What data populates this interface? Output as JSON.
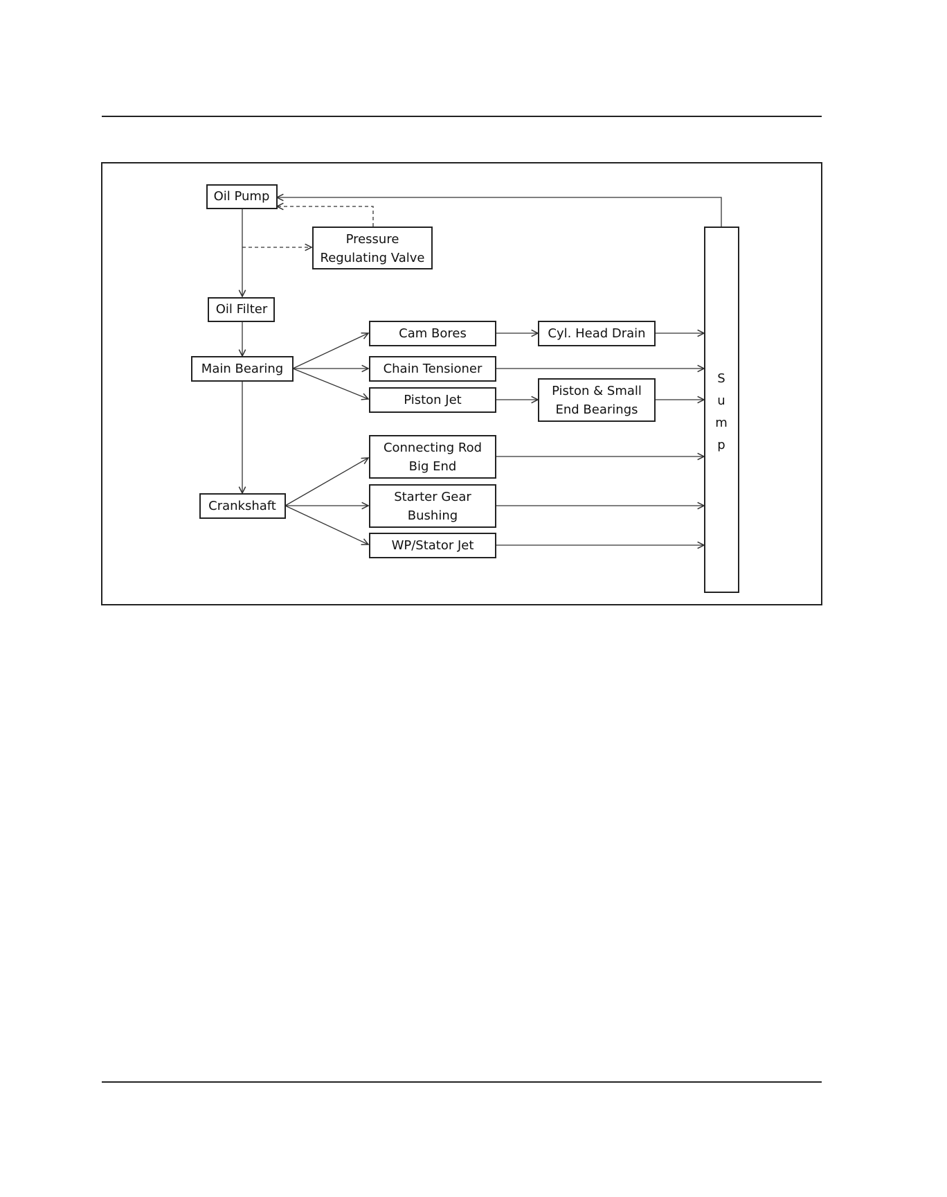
{
  "nodes": {
    "oil_pump": "Oil Pump",
    "pressure_valve_line1": "Pressure",
    "pressure_valve_line2": "Regulating Valve",
    "oil_filter": "Oil Filter",
    "main_bearing": "Main Bearing",
    "cam_bores": "Cam Bores",
    "cyl_head_drain": "Cyl. Head Drain",
    "chain_tensioner": "Chain Tensioner",
    "piston_jet": "Piston Jet",
    "piston_small_end_line1": "Piston & Small",
    "piston_small_end_line2": "End Bearings",
    "connecting_rod_line1": "Connecting Rod",
    "connecting_rod_line2": "Big End",
    "crankshaft": "Crankshaft",
    "starter_gear_line1": "Starter Gear",
    "starter_gear_line2": "Bushing",
    "wp_stator_jet": "WP/Stator Jet",
    "sump_letters": [
      "S",
      "u",
      "m",
      "p"
    ]
  },
  "edges": [
    {
      "from": "oil_pump",
      "to": "oil_filter",
      "style": "solid"
    },
    {
      "from": "oil_pump",
      "to": "pressure_regulating_valve",
      "style": "dashed"
    },
    {
      "from": "pressure_regulating_valve",
      "to": "oil_pump",
      "style": "dashed"
    },
    {
      "from": "oil_filter",
      "to": "main_bearing",
      "style": "solid"
    },
    {
      "from": "main_bearing",
      "to": "cam_bores",
      "style": "solid"
    },
    {
      "from": "main_bearing",
      "to": "chain_tensioner",
      "style": "solid"
    },
    {
      "from": "main_bearing",
      "to": "piston_jet",
      "style": "solid"
    },
    {
      "from": "main_bearing",
      "to": "crankshaft",
      "style": "solid"
    },
    {
      "from": "cam_bores",
      "to": "cyl_head_drain",
      "style": "solid"
    },
    {
      "from": "piston_jet",
      "to": "piston_small_end_bearings",
      "style": "solid"
    },
    {
      "from": "cyl_head_drain",
      "to": "sump",
      "style": "solid"
    },
    {
      "from": "chain_tensioner",
      "to": "sump",
      "style": "solid"
    },
    {
      "from": "piston_small_end_bearings",
      "to": "sump",
      "style": "solid"
    },
    {
      "from": "crankshaft",
      "to": "connecting_rod_big_end",
      "style": "solid"
    },
    {
      "from": "crankshaft",
      "to": "starter_gear_bushing",
      "style": "solid"
    },
    {
      "from": "crankshaft",
      "to": "wp_stator_jet",
      "style": "solid"
    },
    {
      "from": "connecting_rod_big_end",
      "to": "sump",
      "style": "solid"
    },
    {
      "from": "starter_gear_bushing",
      "to": "sump",
      "style": "solid"
    },
    {
      "from": "wp_stator_jet",
      "to": "sump",
      "style": "solid"
    },
    {
      "from": "sump",
      "to": "oil_pump",
      "style": "solid"
    }
  ],
  "colors": {
    "stroke": "#222222",
    "background": "#ffffff"
  }
}
